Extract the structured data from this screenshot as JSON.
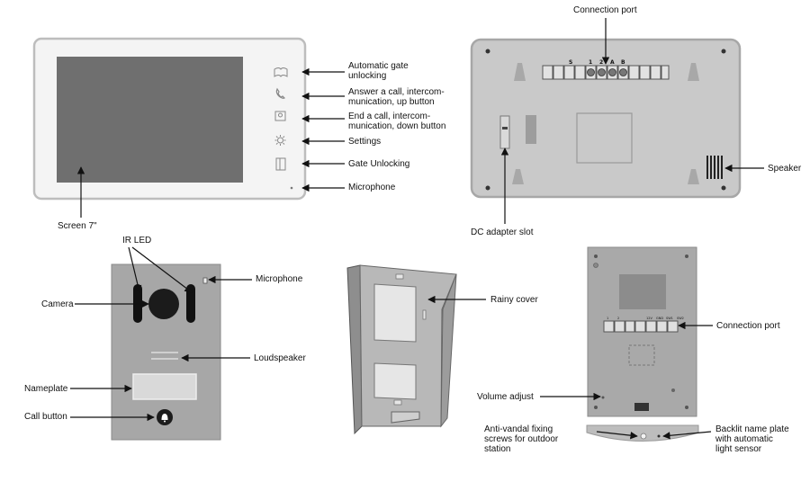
{
  "labels": {
    "connection_port_top": "Connection port",
    "automatic_gate_line1": "Automatic gate",
    "automatic_gate_line2": "unlocking",
    "answer_line1": "Answer a call, intercom-",
    "answer_line2": "munication, up button",
    "end_line1": "End a call, intercom-",
    "end_line2": "munication, down button",
    "settings": "Settings",
    "gate_unlocking": "Gate Unlocking",
    "microphone_monitor": "Microphone",
    "screen": "Screen 7\"",
    "speaker": "Speaker",
    "dc_adapter": "DC adapter slot",
    "ir_led": "IR LED",
    "camera": "Camera",
    "microphone_outdoor": "Microphone",
    "loudspeaker": "Loudspeaker",
    "nameplate": "Nameplate",
    "call_button": "Call button",
    "rainy_cover": "Rainy cover",
    "connection_port_bottom": "Connection port",
    "volume_adjust": "Volume adjust",
    "anti_vandal_line1": "Anti-vandal fixing",
    "anti_vandal_line2": "screws for outdoor",
    "anti_vandal_line3": "station",
    "backlit_line1": "Backlit name plate",
    "backlit_line2": "with automatic",
    "backlit_line3": "light sensor"
  },
  "terminal_labels_top": [
    "S",
    "1",
    "2",
    "A",
    "B"
  ],
  "terminal_labels_bottom": [
    "1",
    "2",
    "12V",
    "GND",
    "SW1",
    "SW2"
  ],
  "icons": [
    "book-icon",
    "phone-icon",
    "intercom-icon",
    "gear-icon",
    "door-icon"
  ],
  "colors": {
    "panel": "#c8c8c8",
    "panel_edge": "#9a9a9a",
    "screen": "#6e6e6e",
    "line": "#111111"
  }
}
